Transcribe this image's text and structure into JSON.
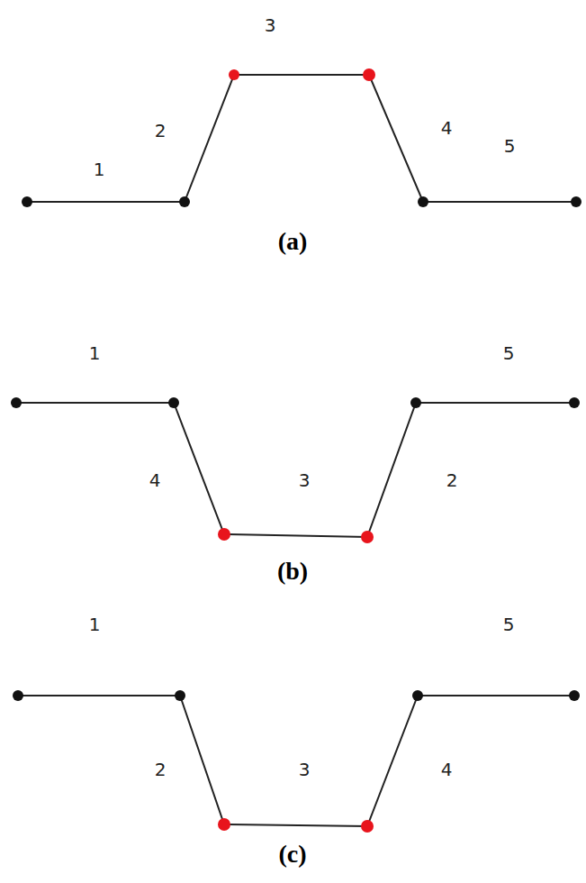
{
  "diagram": {
    "labels": [
      "3",
      "1",
      "2",
      "4",
      "5",
      "(a)",
      "1",
      "5",
      "4",
      "3",
      "2",
      "(b)",
      "1",
      "5",
      "2",
      "3",
      "4",
      "(c)"
    ]
  }
}
